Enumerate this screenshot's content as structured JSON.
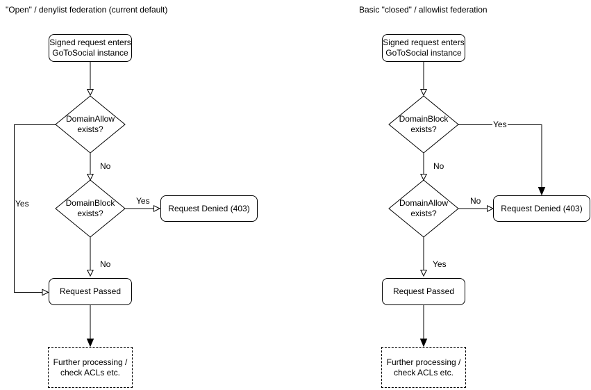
{
  "colors": {
    "background": "#ffffff",
    "stroke": "#000000",
    "node_fill": "#ffffff",
    "text": "#000000"
  },
  "charts": {
    "left": {
      "title": "\"Open\" / denylist federation (current default)",
      "start": {
        "line1": "Signed request enters",
        "line2": "GoToSocial instance"
      },
      "decision1": {
        "line1": "DomainAllow",
        "line2": "exists?"
      },
      "decision1_yes": "Yes",
      "decision1_no": "No",
      "decision2": {
        "line1": "DomainBlock",
        "line2": "exists?"
      },
      "decision2_yes": "Yes",
      "decision2_no": "No",
      "denied": "Request Denied (403)",
      "passed": "Request Passed",
      "further": {
        "line1": "Further processing /",
        "line2": "check ACLs etc."
      }
    },
    "right": {
      "title": "Basic \"closed\" / allowlist federation",
      "start": {
        "line1": "Signed request enters",
        "line2": "GoToSocial instance"
      },
      "decision1": {
        "line1": "DomainBlock",
        "line2": "exists?"
      },
      "decision1_yes": "Yes",
      "decision1_no": "No",
      "decision2": {
        "line1": "DomainAllow",
        "line2": "exists?"
      },
      "decision2_no": "No",
      "decision2_yes": "Yes",
      "denied": "Request Denied (403)",
      "passed": "Request Passed",
      "further": {
        "line1": "Further processing /",
        "line2": "check ACLs etc."
      }
    }
  }
}
